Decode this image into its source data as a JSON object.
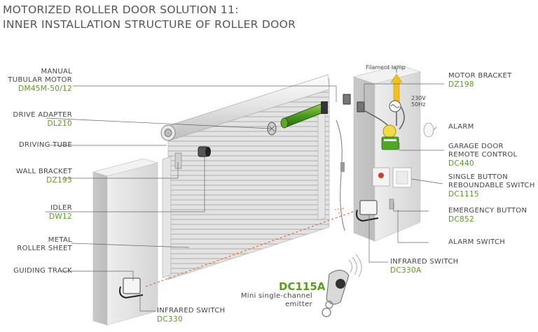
{
  "title": {
    "line1": "MOTORIZED ROLLER DOOR SOLUTION 11:",
    "line2": "INNER  INSTALLATION STRUCTURE OF ROLLER DOOR"
  },
  "left_labels": [
    {
      "name": "MANUAL",
      "name2": "TUBULAR MOTOR",
      "code": "DM45M-50/12"
    },
    {
      "name": "DRIVE ADAPTER",
      "code": "DL210"
    },
    {
      "name": "DRIVING TUBE",
      "code": ""
    },
    {
      "name": "WALL BRACKET",
      "code": "DZ193"
    },
    {
      "name": "IDLER",
      "code": "DW12"
    },
    {
      "name": "METAL",
      "name2": "ROLLER SHEET",
      "code": ""
    },
    {
      "name": "GUIDING TRACK",
      "code": ""
    }
  ],
  "right_labels": [
    {
      "name": "MOTOR BRACKET",
      "code": "DZ198"
    },
    {
      "name": "ALARM",
      "code": ""
    },
    {
      "name": "GARAGE DOOR",
      "name2": "REMOTE CONTROL",
      "code": "DC440"
    },
    {
      "name": "SINGLE BUTTON",
      "name2": "REBOUNDABLE SWITCH",
      "code": "DC1115"
    },
    {
      "name": "EMERGENCY BUTTON",
      "code": "DC852"
    },
    {
      "name": "ALARM SWITCH",
      "code": ""
    },
    {
      "name": "INFRARED SWITCH",
      "code": "DC330A"
    }
  ],
  "bottom_labels": {
    "infrared_switch": {
      "name": "INFRARED SWITCH",
      "code": "DC330"
    },
    "emitter": {
      "code": "DC115A",
      "desc1": "Mini single-channel",
      "desc2": "emitter"
    }
  },
  "small_labels": {
    "filament_lamp": "Filament lamp",
    "voltage": "230V",
    "frequency": "50Hz"
  },
  "colors": {
    "code_green": "#5a9a1e",
    "text_gray": "#444444",
    "title_gray": "#555555",
    "wall_gray": "#d8d8d8",
    "motor_green": "#3f8a1a",
    "beam_orange": "#e8743c",
    "lamp_yellow": "#f0c020"
  }
}
